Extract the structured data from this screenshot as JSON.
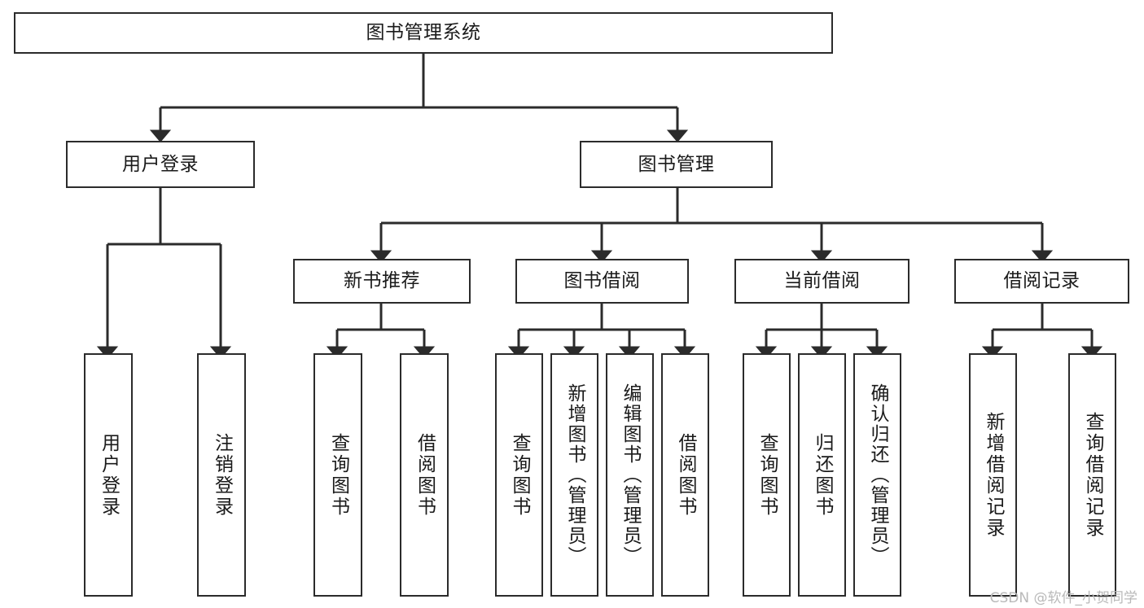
{
  "diagram": {
    "type": "hierarchy-tree",
    "title": "图书管理系统",
    "root": {
      "id": "root",
      "label": "图书管理系统"
    },
    "level1": [
      {
        "id": "user-login",
        "label": "用户登录"
      },
      {
        "id": "book-management",
        "label": "图书管理"
      }
    ],
    "level2": [
      {
        "id": "new-book-recommend",
        "label": "新书推荐",
        "parent": "book-management"
      },
      {
        "id": "book-borrow",
        "label": "图书借阅",
        "parent": "book-management"
      },
      {
        "id": "current-borrow",
        "label": "当前借阅",
        "parent": "book-management"
      },
      {
        "id": "borrow-record",
        "label": "借阅记录",
        "parent": "book-management"
      }
    ],
    "leaves": [
      {
        "id": "leaf-user-login",
        "label": "用户登录",
        "parent": "user-login"
      },
      {
        "id": "leaf-logout-login",
        "label": "注销登录",
        "parent": "user-login"
      },
      {
        "id": "leaf-query-book-1",
        "label": "查询图书",
        "parent": "new-book-recommend"
      },
      {
        "id": "leaf-borrow-book-1",
        "label": "借阅图书",
        "parent": "new-book-recommend"
      },
      {
        "id": "leaf-query-book-2",
        "label": "查询图书",
        "parent": "book-borrow"
      },
      {
        "id": "leaf-add-book",
        "label": "新增图书（管理员）",
        "parent": "book-borrow"
      },
      {
        "id": "leaf-edit-book",
        "label": "编辑图书（管理员）",
        "parent": "book-borrow"
      },
      {
        "id": "leaf-borrow-book-2",
        "label": "借阅图书",
        "parent": "book-borrow"
      },
      {
        "id": "leaf-query-book-3",
        "label": "查询图书",
        "parent": "current-borrow"
      },
      {
        "id": "leaf-return-book",
        "label": "归还图书",
        "parent": "current-borrow"
      },
      {
        "id": "leaf-confirm-return",
        "label": "确认归还（管理员）",
        "parent": "current-borrow"
      },
      {
        "id": "leaf-add-record",
        "label": "新增借阅记录",
        "parent": "borrow-record"
      },
      {
        "id": "leaf-query-record",
        "label": "查询借阅记录",
        "parent": "borrow-record"
      }
    ]
  },
  "watermark": {
    "text": "CSDN @软件_小贺同学"
  },
  "colors": {
    "stroke": "#2b2b2b",
    "background": "#ffffff",
    "text": "#1a1a1a",
    "watermark": "#b9b9b9"
  }
}
